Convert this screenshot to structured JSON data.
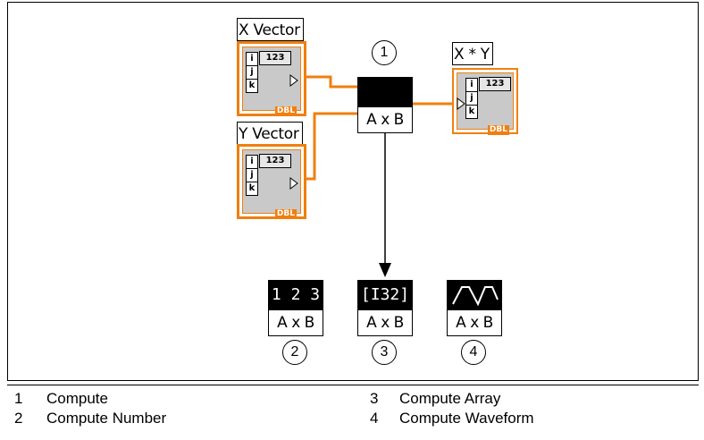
{
  "inputs": {
    "x_label": "X Vector",
    "y_label": "Y Vector",
    "out_label": "X * Y",
    "index_letters": [
      "i",
      "j",
      "k"
    ],
    "numeric_glyph": "123",
    "type_badge": "DBL"
  },
  "compute_node": {
    "bottom_label": "A x B",
    "top_text": ""
  },
  "variants": [
    {
      "top_text": "1 2 3",
      "bottom_label": "A x B"
    },
    {
      "top_text": "[I32]",
      "bottom_label": "A x B"
    },
    {
      "top_text": "",
      "bottom_label": "A x B",
      "icon": "waveform-icon"
    }
  ],
  "callouts": [
    "1",
    "2",
    "3",
    "4"
  ],
  "legend": [
    {
      "number": "1",
      "label": "Compute"
    },
    {
      "number": "2",
      "label": "Compute Number"
    },
    {
      "number": "3",
      "label": "Compute Array"
    },
    {
      "number": "4",
      "label": "Compute Waveform"
    }
  ],
  "colors": {
    "wire": "#f07f10",
    "terminal_fill": "#c9c9c9"
  }
}
